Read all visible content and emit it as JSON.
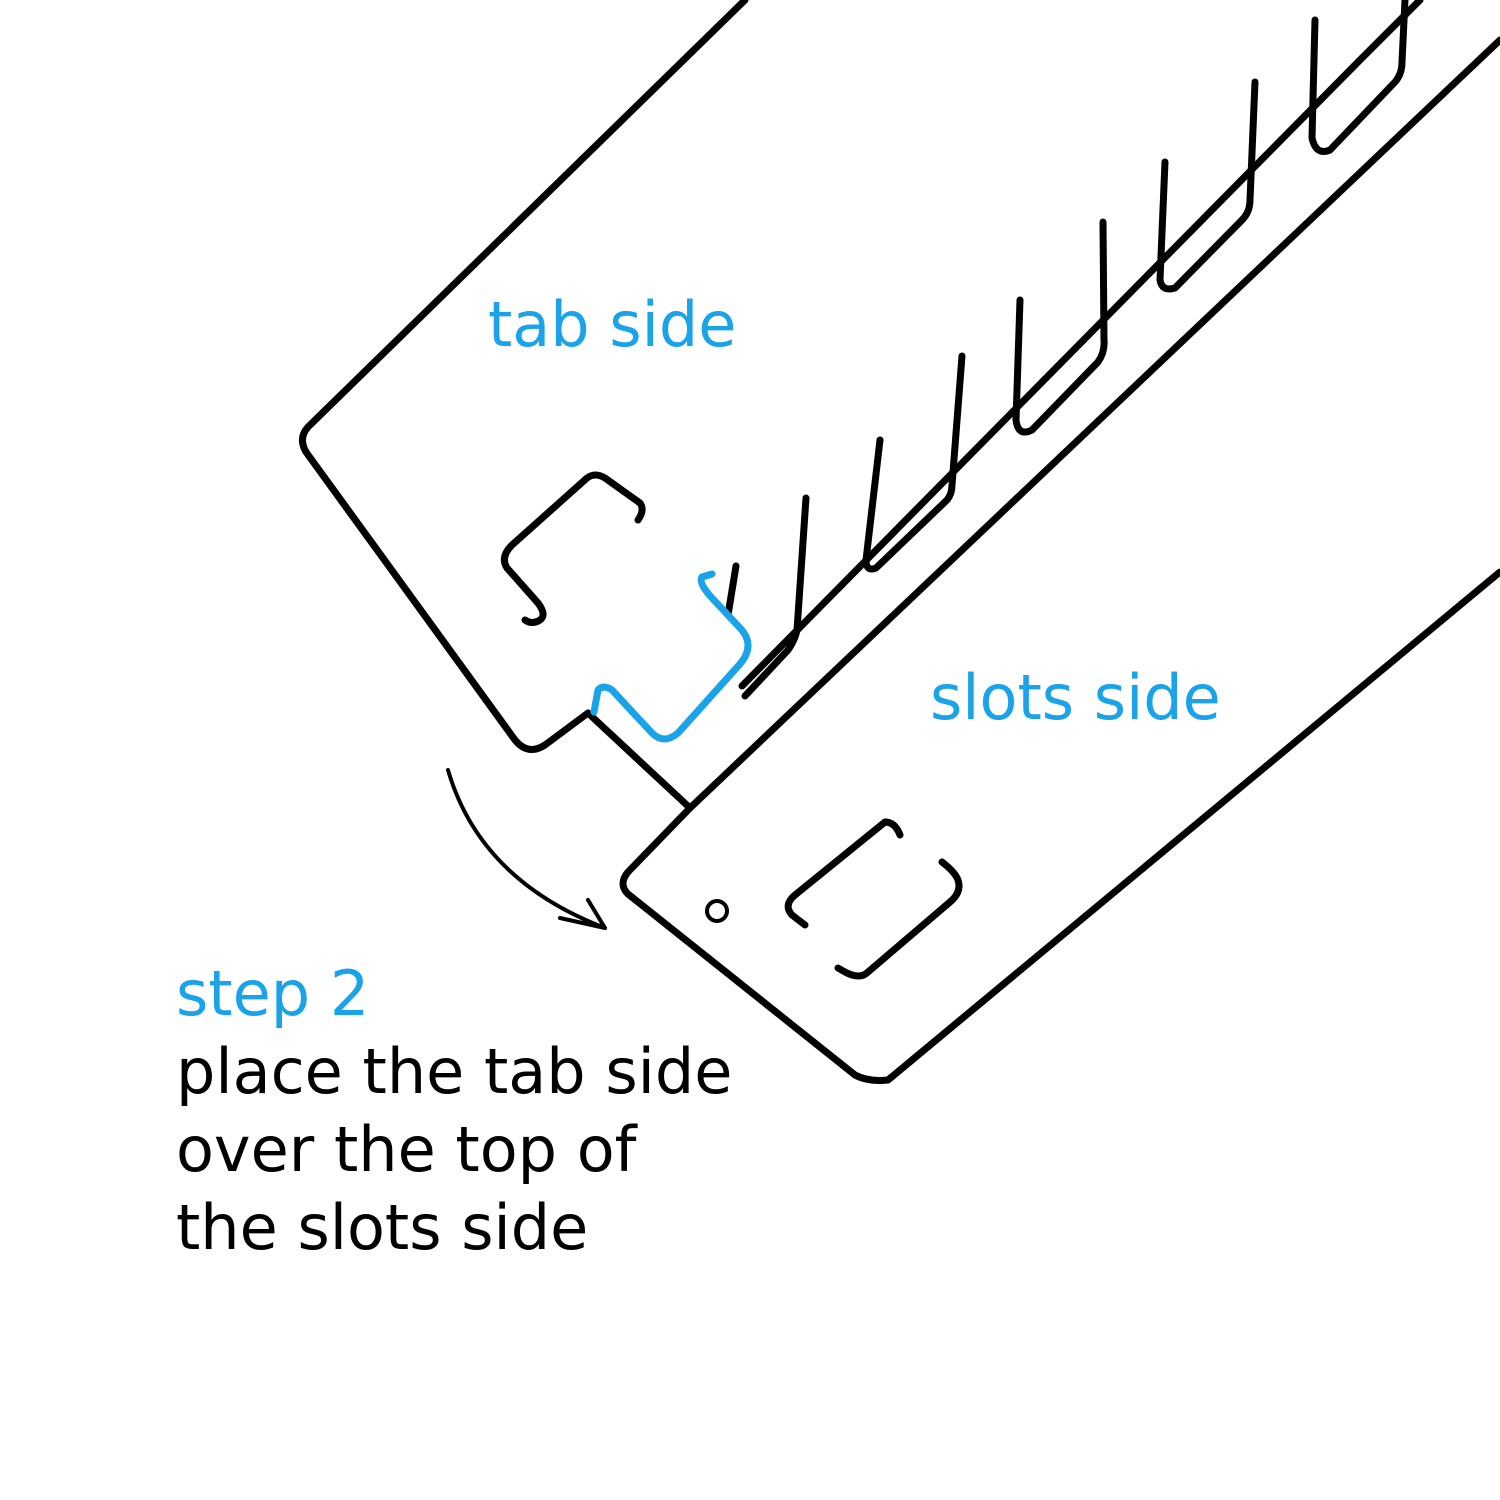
{
  "colors": {
    "accent": "#1aa3e8",
    "ink": "#000000",
    "background": "#ffffff"
  },
  "labels": {
    "tab_side": "tab side",
    "slots_side": "slots side"
  },
  "instruction": {
    "step": "step 2",
    "lines": [
      "place the tab side",
      "over the top of",
      "the slots side"
    ]
  },
  "icons": {
    "rotation_arrow": "curved-arrow-icon",
    "hole": "hole-icon"
  }
}
